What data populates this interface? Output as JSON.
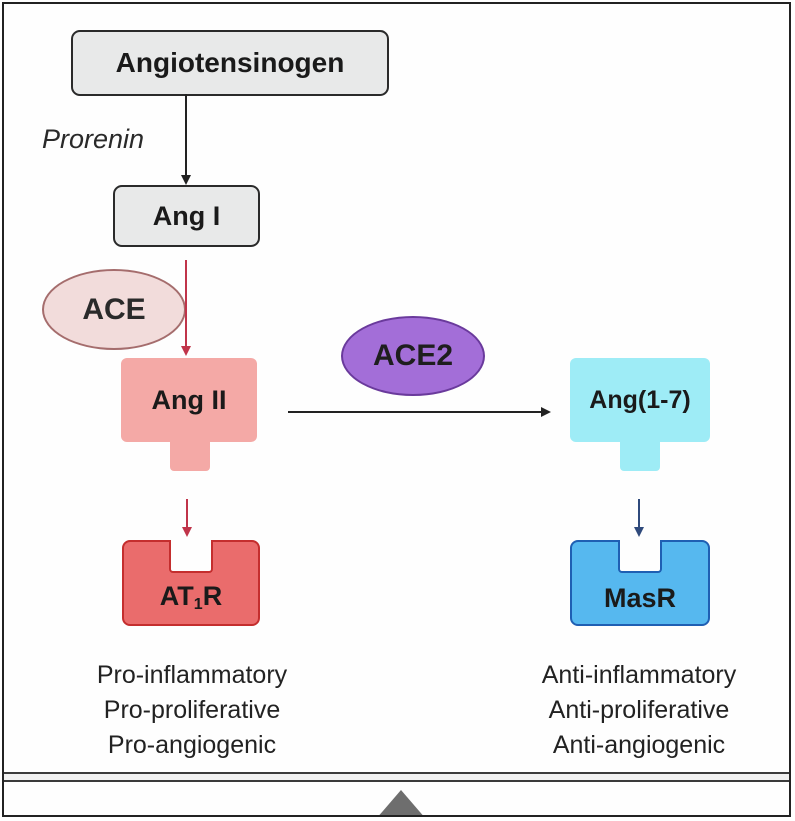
{
  "nodes": {
    "angiotensinogen": "Angiotensinogen",
    "prorenin": "Prorenin",
    "ang1": "Ang I",
    "ace": "ACE",
    "ang2": "Ang II",
    "ace2": "ACE2",
    "ang17": "Ang(1-7)",
    "at1r_prefix": "AT",
    "at1r_sub": "1",
    "at1r_suffix": "R",
    "masr": "MasR"
  },
  "effects": {
    "pro": [
      "Pro-inflammatory",
      "Pro-proliferative",
      "Pro-angiogenic"
    ],
    "anti": [
      "Anti-inflammatory",
      "Anti-proliferative",
      "Anti-angiogenic"
    ]
  },
  "colors": {
    "ang2_ligand": "#f4a9a6",
    "ang17_ligand": "#9eecf6",
    "at1r_receptor": "#ea6c6c",
    "masr_receptor": "#56b8ef",
    "ace": "#f2dcdb",
    "ace2": "#a36ed8",
    "red_arrow": "#c0344a",
    "blue_arrow": "#2f4a7c",
    "black_arrow": "#222222"
  }
}
